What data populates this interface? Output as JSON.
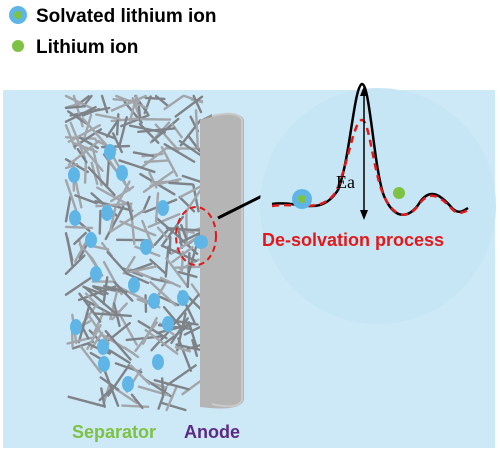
{
  "legend": {
    "items": [
      {
        "label": "Solvated lithium ion",
        "marker": "solvated"
      },
      {
        "label": "Lithium ion",
        "marker": "bare"
      }
    ]
  },
  "labels": {
    "separator": "Separator",
    "anode": "Anode",
    "activation_energy": "Ea",
    "process": "De-solvation process"
  },
  "colors": {
    "background_panel": "#cde8f6",
    "zoom_circle": "#c6e6f5",
    "solvated_ion": "#5fb6e6",
    "lithium_ion": "#7dc242",
    "fiber": "#8c8f94",
    "anode_front": "#b9b9b9",
    "anode_side": "#8f8f8f",
    "separator_text": "#7dc242",
    "anode_text": "#5b2a86",
    "process_text": "#e2191a",
    "dashed_curve": "#e2191a",
    "solid_curve": "#000000"
  }
}
